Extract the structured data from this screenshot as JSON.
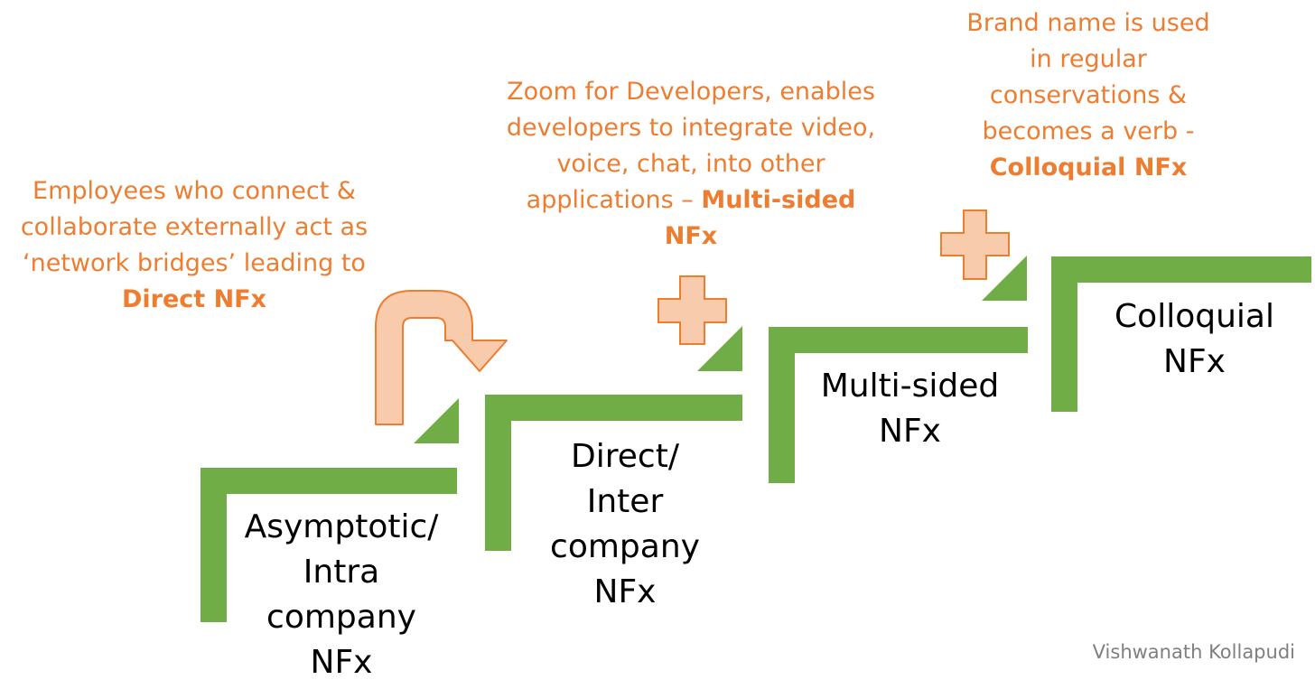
{
  "colors": {
    "step_green": "#70AD47",
    "accent_orange": "#ED7D31",
    "shape_fill": "#F8CBAD",
    "text": "#000000",
    "credit": "#7F7F7F"
  },
  "steps": [
    {
      "lines": [
        "Asymptotic/",
        "Intra",
        "company",
        "NFx"
      ]
    },
    {
      "lines": [
        "Direct/",
        "Inter",
        "company",
        "NFx"
      ]
    },
    {
      "lines": [
        "Multi-sided",
        "NFx"
      ]
    },
    {
      "lines": [
        "Colloquial",
        "NFx"
      ]
    }
  ],
  "annotations": [
    {
      "lines": [
        "Employees who connect &",
        "collaborate externally act as",
        "‘network bridges’ leading to"
      ],
      "bold": "Direct NFx"
    },
    {
      "lines": [
        "Zoom for Developers, enables",
        "developers to integrate video,",
        "voice, chat, into other"
      ],
      "tail_regular": "applications – ",
      "tail_bold": "Multi-sided",
      "bold": "NFx"
    },
    {
      "lines": [
        "Brand name is used",
        "in regular",
        "conservations &",
        "becomes a verb -"
      ],
      "bold": "Colloquial NFx"
    }
  ],
  "icons": [
    "u-turn-arrow-icon",
    "plus-icon",
    "plus-icon"
  ],
  "credit": "Vishwanath Kollapudi"
}
